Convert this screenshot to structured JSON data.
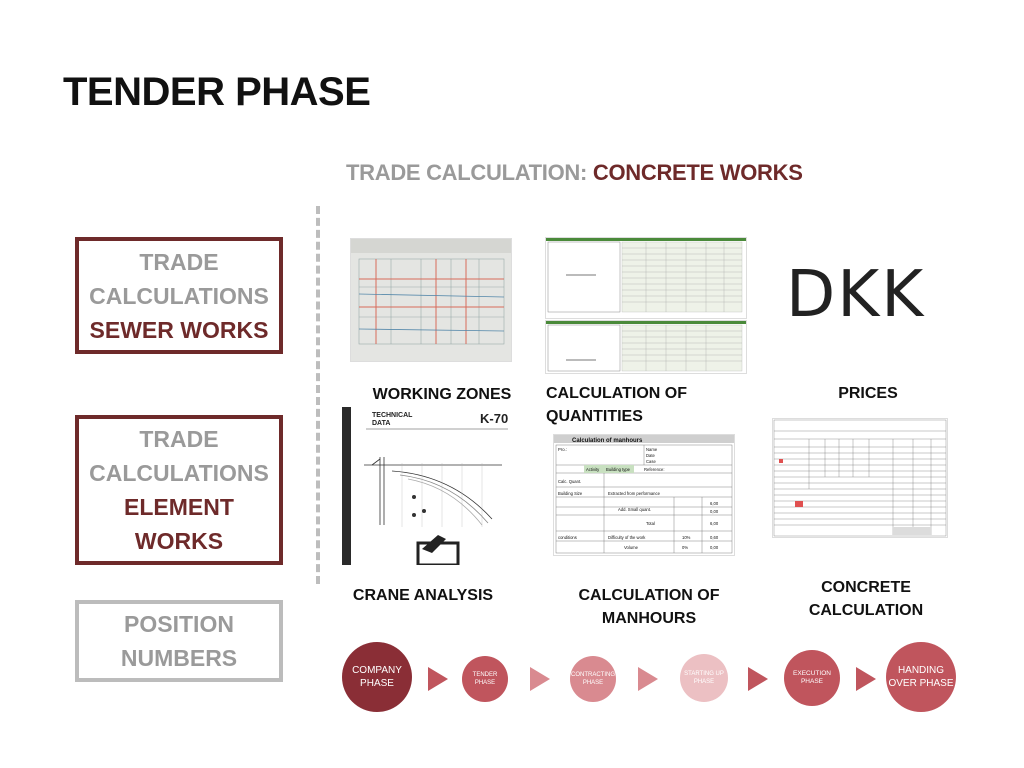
{
  "title": "TENDER PHASE",
  "subtitle": {
    "prefix": "TRADE CALCULATION: ",
    "accent": "CONCRETE WORKS"
  },
  "left_boxes": [
    {
      "line1": "TRADE",
      "line2": "CALCULATIONS",
      "line3": "SEWER WORKS"
    },
    {
      "line1": "TRADE",
      "line2": "CALCULATIONS",
      "line3": "ELEMENT",
      "line4": "WORKS"
    },
    {
      "line1": "POSITION",
      "line2": "NUMBERS"
    }
  ],
  "items": {
    "working_zones": "WORKING ZONES",
    "quantities": "CALCULATION OF QUANTITIES",
    "prices": "PRICES",
    "prices_logo": "DKK",
    "crane": "CRANE ANALYSIS",
    "manhours": "CALCULATION OF MANHOURS",
    "concrete": "CONCRETE CALCULATION"
  },
  "thumbnails": {
    "crane_sheet": {
      "technical": "TECHNICAL",
      "data": "DATA",
      "model": "K-70"
    },
    "manhours_sheet": {
      "heading": "Calculation of manhours",
      "rows": [
        "Pro.:",
        "Name",
        "Date",
        "Case",
        "Activity",
        "Building type",
        "Reference:",
        "Calc. Quant.",
        "Building Size",
        "Extracted from performance",
        "Add. Small quant.",
        "Total",
        "conditions",
        "Difficulty of the work",
        "Volume"
      ],
      "values": [
        "6,00",
        "0,00",
        "6,00",
        "10%",
        "0,60",
        "0%",
        "0,00"
      ]
    }
  },
  "phases": [
    {
      "label": "COMPANY PHASE",
      "color": "#8a2e36"
    },
    {
      "label": "TENDER PHASE",
      "color": "#c0555d"
    },
    {
      "label": "CONTRACTING PHASE",
      "color": "#d98a90"
    },
    {
      "label": "STARTING UP PHASE",
      "color": "#ecc0c3"
    },
    {
      "label": "EXECUTION PHASE",
      "color": "#c0555d"
    },
    {
      "label": "HANDING OVER PHASE",
      "color": "#c0555d"
    }
  ],
  "colors": {
    "accent": "#6e2a2a",
    "muted": "#9a9a9a",
    "arrow": "#c0555d"
  }
}
